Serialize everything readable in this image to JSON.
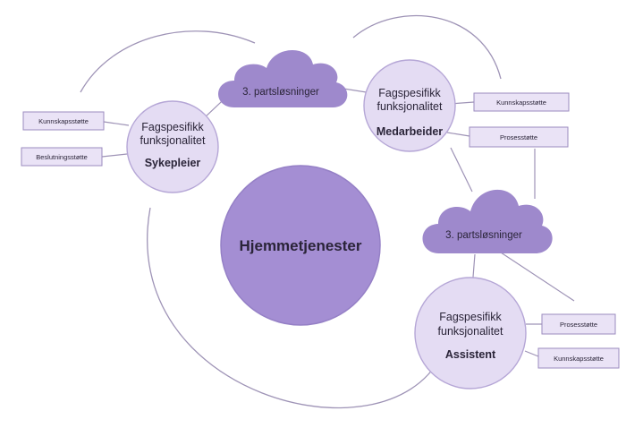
{
  "colors": {
    "line": "#9e93b6",
    "node_fill": "#e4dcf3",
    "node_stroke": "#b5a6d6",
    "center_fill": "#a48ed3",
    "center_stroke": "#9580c6",
    "cloud_fill": "#9e89cc",
    "box_fill": "#eae3f6",
    "box_stroke": "#9b8bbf",
    "text": "#2a2438"
  },
  "center": {
    "label": "Hjemmetjenester"
  },
  "clouds": [
    {
      "id": "cloud-top",
      "label": "3. partsløsninger"
    },
    {
      "id": "cloud-right",
      "label": "3. partsløsninger"
    }
  ],
  "nodes": [
    {
      "id": "sykepleier",
      "line1": "Fagspesifikk",
      "line2": "funksjonalitet",
      "role": "Sykepleier"
    },
    {
      "id": "medarbeider",
      "line1": "Fagspesifikk",
      "line2": "funksjonalitet",
      "role": "Medarbeider"
    },
    {
      "id": "assistent",
      "line1": "Fagspesifikk",
      "line2": "funksjonalitet",
      "role": "Assistent"
    }
  ],
  "boxes": [
    {
      "id": "sykepleier-kunnskap",
      "label": "Kunnskapsstøtte"
    },
    {
      "id": "sykepleier-beslutning",
      "label": "Beslutningsstøtte"
    },
    {
      "id": "medarbeider-kunnskap",
      "label": "Kunnskapsstøtte"
    },
    {
      "id": "medarbeider-prosess",
      "label": "Prosesstøtte"
    },
    {
      "id": "assistent-prosess",
      "label": "Prosesstøtte"
    },
    {
      "id": "assistent-kunnskap",
      "label": "Kunnskapsstøtte"
    }
  ]
}
